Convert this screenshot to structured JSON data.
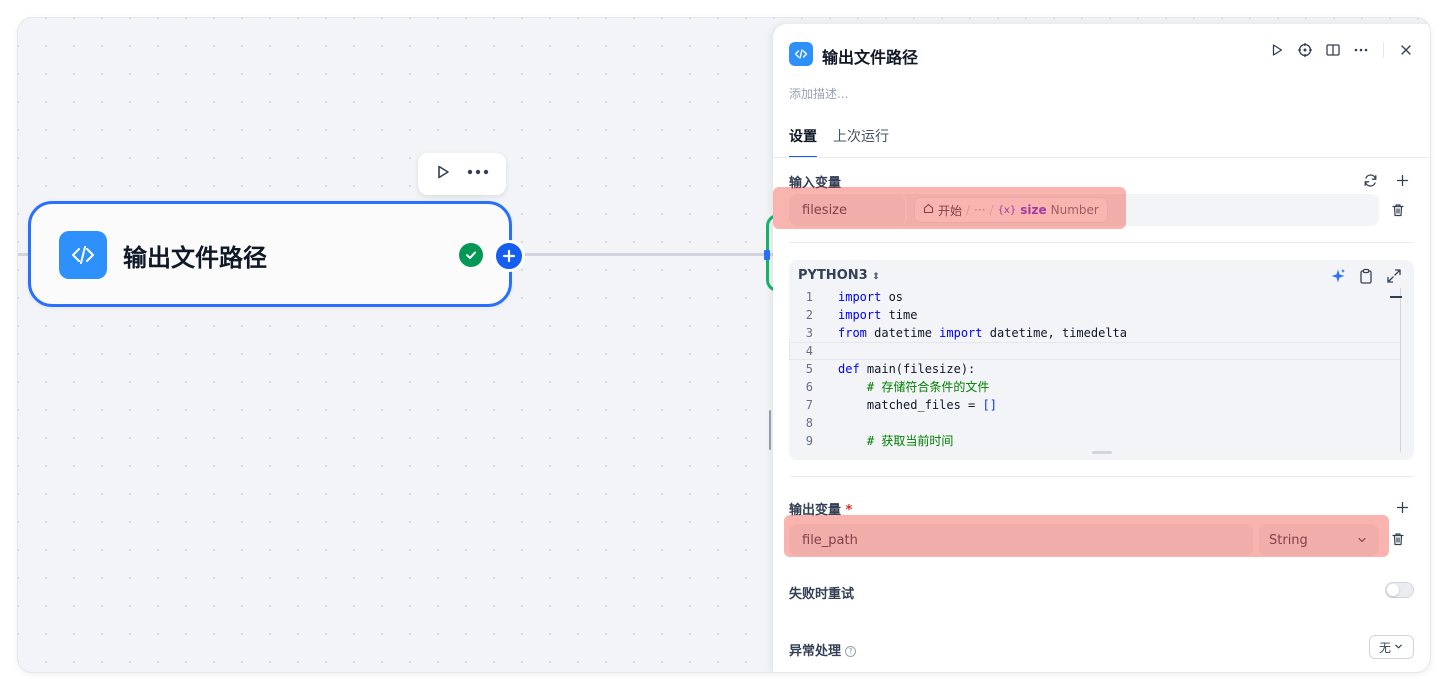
{
  "canvas": {
    "node": {
      "title": "输出文件路径",
      "icon": "code-icon",
      "status": "success",
      "accent": "#2970ff"
    },
    "toolbar": {
      "run_icon": "play-icon",
      "more_icon": "more-icon"
    }
  },
  "panel": {
    "title": "输出文件路径",
    "description_placeholder": "添加描述...",
    "tabs": [
      {
        "label": "设置",
        "active": true
      },
      {
        "label": "上次运行",
        "active": false
      }
    ],
    "input_vars": {
      "label": "输入变量",
      "items": [
        {
          "name": "filesize",
          "source_node": "开始",
          "sep1": "/",
          "ellipsis": "···",
          "sep2": "/",
          "var_prefix": "{x}",
          "var_name": "size",
          "var_type": "Number"
        }
      ]
    },
    "code": {
      "language": "PYTHON3",
      "lines": [
        {
          "n": "1",
          "parts": [
            [
              "kw",
              "import"
            ],
            [
              "",
              " os"
            ]
          ]
        },
        {
          "n": "2",
          "parts": [
            [
              "kw",
              "import"
            ],
            [
              "",
              " time"
            ]
          ]
        },
        {
          "n": "3",
          "parts": [
            [
              "kw",
              "from"
            ],
            [
              "",
              " datetime "
            ],
            [
              "kw",
              "import"
            ],
            [
              "",
              " datetime, timedelta"
            ]
          ]
        },
        {
          "n": "4",
          "parts": []
        },
        {
          "n": "5",
          "parts": [
            [
              "kw",
              "def"
            ],
            [
              "",
              " main(filesize):"
            ]
          ]
        },
        {
          "n": "6",
          "parts": [
            [
              "",
              "    "
            ],
            [
              "cm",
              "# 存储符合条件的文件"
            ]
          ]
        },
        {
          "n": "7",
          "parts": [
            [
              "",
              "    matched_files = "
            ],
            [
              "br",
              "[]"
            ]
          ]
        },
        {
          "n": "8",
          "parts": []
        },
        {
          "n": "9",
          "parts": [
            [
              "",
              "    "
            ],
            [
              "cm",
              "# 获取当前时间"
            ]
          ]
        }
      ]
    },
    "output_vars": {
      "label": "输出变量",
      "required_mark": "*",
      "items": [
        {
          "name": "file_path",
          "type": "String"
        }
      ]
    },
    "retry": {
      "label": "失败时重试",
      "enabled": false
    },
    "error_handling": {
      "label": "异常处理",
      "value": "无"
    }
  }
}
